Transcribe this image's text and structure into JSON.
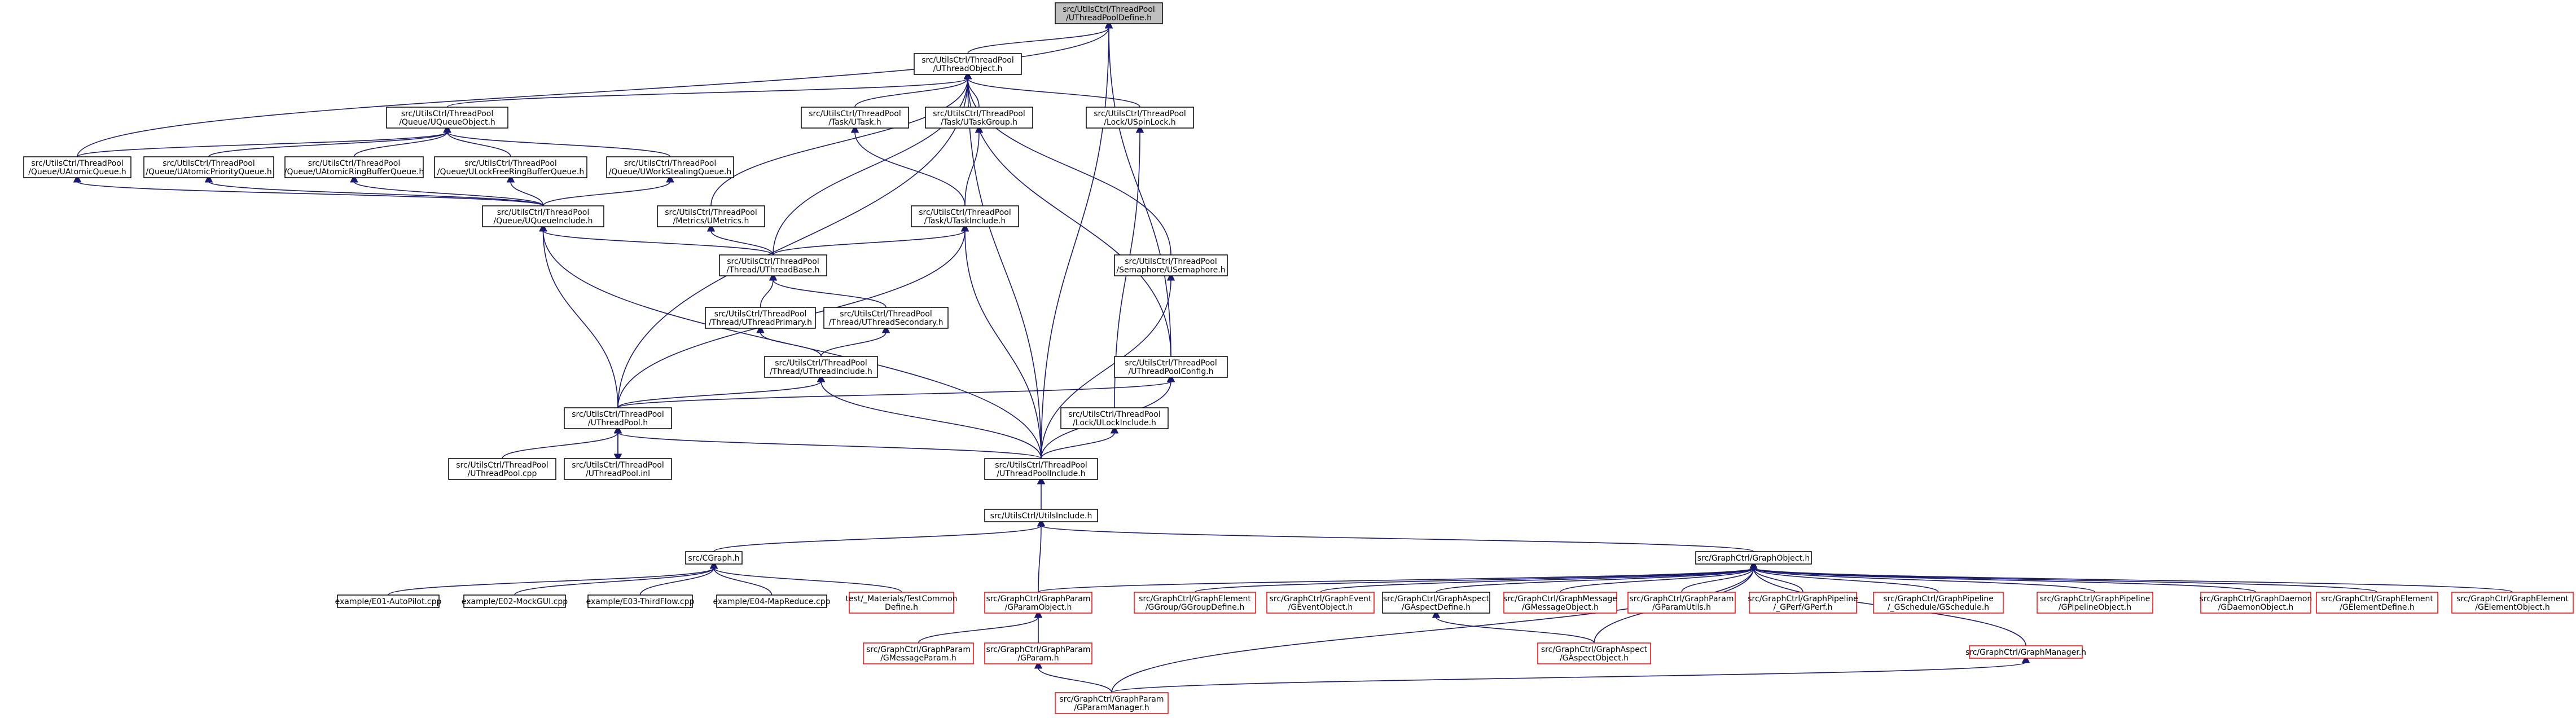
{
  "colors": {
    "black": "#000000",
    "red": "#ff0000",
    "gray_fill": "#bfbfbf",
    "white_fill": "#ffffff",
    "edge": "#191970"
  },
  "nodes": [
    {
      "id": "define",
      "lines": [
        "src/UtilsCtrl/ThreadPool",
        "/UThreadPoolDefine.h"
      ],
      "style": "gray"
    },
    {
      "id": "uthreadobject",
      "lines": [
        "src/UtilsCtrl/ThreadPool",
        "/UThreadObject.h"
      ],
      "style": "black"
    },
    {
      "id": "uqueueobject",
      "lines": [
        "src/UtilsCtrl/ThreadPool",
        "/Queue/UQueueObject.h"
      ],
      "style": "black"
    },
    {
      "id": "utask",
      "lines": [
        "src/UtilsCtrl/ThreadPool",
        "/Task/UTask.h"
      ],
      "style": "black"
    },
    {
      "id": "utaskgroup",
      "lines": [
        "src/UtilsCtrl/ThreadPool",
        "/Task/UTaskGroup.h"
      ],
      "style": "black"
    },
    {
      "id": "uspinlock",
      "lines": [
        "src/UtilsCtrl/ThreadPool",
        "/Lock/USpinLock.h"
      ],
      "style": "black"
    },
    {
      "id": "uatomicqueue",
      "lines": [
        "src/UtilsCtrl/ThreadPool",
        "/Queue/UAtomicQueue.h"
      ],
      "style": "black"
    },
    {
      "id": "uatomicpq",
      "lines": [
        "src/UtilsCtrl/ThreadPool",
        "/Queue/UAtomicPriorityQueue.h"
      ],
      "style": "black"
    },
    {
      "id": "uatomicrb",
      "lines": [
        "src/UtilsCtrl/ThreadPool",
        "/Queue/UAtomicRingBufferQueue.h"
      ],
      "style": "black"
    },
    {
      "id": "ulockfree",
      "lines": [
        "src/UtilsCtrl/ThreadPool",
        "/Queue/ULockFreeRingBufferQueue.h"
      ],
      "style": "black"
    },
    {
      "id": "uworksteal",
      "lines": [
        "src/UtilsCtrl/ThreadPool",
        "/Queue/UWorkStealingQueue.h"
      ],
      "style": "black"
    },
    {
      "id": "uqueueinclude",
      "lines": [
        "src/UtilsCtrl/ThreadPool",
        "/Queue/UQueueInclude.h"
      ],
      "style": "black"
    },
    {
      "id": "umetrics",
      "lines": [
        "src/UtilsCtrl/ThreadPool",
        "/Metrics/UMetrics.h"
      ],
      "style": "black"
    },
    {
      "id": "utaskinclude",
      "lines": [
        "src/UtilsCtrl/ThreadPool",
        "/Task/UTaskInclude.h"
      ],
      "style": "black"
    },
    {
      "id": "uthreadbase",
      "lines": [
        "src/UtilsCtrl/ThreadPool",
        "/Thread/UThreadBase.h"
      ],
      "style": "black"
    },
    {
      "id": "usemaphore",
      "lines": [
        "src/UtilsCtrl/ThreadPool",
        "/Semaphore/USemaphore.h"
      ],
      "style": "black"
    },
    {
      "id": "uthreadprimary",
      "lines": [
        "src/UtilsCtrl/ThreadPool",
        "/Thread/UThreadPrimary.h"
      ],
      "style": "black"
    },
    {
      "id": "uthreadsecondary",
      "lines": [
        "src/UtilsCtrl/ThreadPool",
        "/Thread/UThreadSecondary.h"
      ],
      "style": "black"
    },
    {
      "id": "uthreadinclude",
      "lines": [
        "src/UtilsCtrl/ThreadPool",
        "/Thread/UThreadInclude.h"
      ],
      "style": "black"
    },
    {
      "id": "uthreadpoolconfig",
      "lines": [
        "src/UtilsCtrl/ThreadPool",
        "/UThreadPoolConfig.h"
      ],
      "style": "black"
    },
    {
      "id": "uthreadpool",
      "lines": [
        "src/UtilsCtrl/ThreadPool",
        "/UThreadPool.h"
      ],
      "style": "black"
    },
    {
      "id": "ulockinclude",
      "lines": [
        "src/UtilsCtrl/ThreadPool",
        "/Lock/ULockInclude.h"
      ],
      "style": "black"
    },
    {
      "id": "uthreadpoolcpp",
      "lines": [
        "src/UtilsCtrl/ThreadPool",
        "/UThreadPool.cpp"
      ],
      "style": "black"
    },
    {
      "id": "uthreadpoolinl",
      "lines": [
        "src/UtilsCtrl/ThreadPool",
        "/UThreadPool.inl"
      ],
      "style": "black"
    },
    {
      "id": "uthreadpoolinclude",
      "lines": [
        "src/UtilsCtrl/ThreadPool",
        "/UThreadPoolInclude.h"
      ],
      "style": "black"
    },
    {
      "id": "utilsinclude",
      "lines": [
        "src/UtilsCtrl/UtilsInclude.h"
      ],
      "style": "black"
    },
    {
      "id": "cgraph",
      "lines": [
        "src/CGraph.h"
      ],
      "style": "black"
    },
    {
      "id": "ggraphobject",
      "lines": [
        "src/GraphCtrl/GraphObject.h"
      ],
      "style": "black"
    },
    {
      "id": "ex01",
      "lines": [
        "example/E01-AutoPilot.cpp"
      ],
      "style": "black"
    },
    {
      "id": "ex02",
      "lines": [
        "example/E02-MockGUI.cpp"
      ],
      "style": "black"
    },
    {
      "id": "ex03",
      "lines": [
        "example/E03-ThirdFlow.cpp"
      ],
      "style": "black"
    },
    {
      "id": "ex04",
      "lines": [
        "example/E04-MapReduce.cpp"
      ],
      "style": "black"
    },
    {
      "id": "testcommon",
      "lines": [
        "test/_Materials/TestCommon",
        "Define.h"
      ],
      "style": "red"
    },
    {
      "id": "gparamobject",
      "lines": [
        "src/GraphCtrl/GraphParam",
        "/GParamObject.h"
      ],
      "style": "red"
    },
    {
      "id": "ggroupdefine",
      "lines": [
        "src/GraphCtrl/GraphElement",
        "/GGroup/GGroupDefine.h"
      ],
      "style": "red"
    },
    {
      "id": "geventobject",
      "lines": [
        "src/GraphCtrl/GraphEvent",
        "/GEventObject.h"
      ],
      "style": "red"
    },
    {
      "id": "gaspectdefine",
      "lines": [
        "src/GraphCtrl/GraphAspect",
        "/GAspectDefine.h"
      ],
      "style": "black"
    },
    {
      "id": "gmessageobject",
      "lines": [
        "src/GraphCtrl/GraphMessage",
        "/GMessageObject.h"
      ],
      "style": "red"
    },
    {
      "id": "gparamutils",
      "lines": [
        "src/GraphCtrl/GraphParam",
        "/GParamUtils.h"
      ],
      "style": "red"
    },
    {
      "id": "gperf",
      "lines": [
        "src/GraphCtrl/GraphPipeline",
        "/_GPerf/GPerf.h"
      ],
      "style": "red"
    },
    {
      "id": "gschedule",
      "lines": [
        "src/GraphCtrl/GraphPipeline",
        "/_GSchedule/GSchedule.h"
      ],
      "style": "red"
    },
    {
      "id": "gpipelineobject",
      "lines": [
        "src/GraphCtrl/GraphPipeline",
        "/GPipelineObject.h"
      ],
      "style": "red"
    },
    {
      "id": "gdaemonobject",
      "lines": [
        "src/GraphCtrl/GraphDaemon",
        "/GDaemonObject.h"
      ],
      "style": "red"
    },
    {
      "id": "gelementdefine",
      "lines": [
        "src/GraphCtrl/GraphElement",
        "/GElementDefine.h"
      ],
      "style": "red"
    },
    {
      "id": "gelementobject",
      "lines": [
        "src/GraphCtrl/GraphElement",
        "/GElementObject.h"
      ],
      "style": "red"
    },
    {
      "id": "gmessageparam",
      "lines": [
        "src/GraphCtrl/GraphParam",
        "/GMessageParam.h"
      ],
      "style": "red"
    },
    {
      "id": "gparam",
      "lines": [
        "src/GraphCtrl/GraphParam",
        "/GParam.h"
      ],
      "style": "red"
    },
    {
      "id": "gaspectobject",
      "lines": [
        "src/GraphCtrl/GraphAspect",
        "/GAspectObject.h"
      ],
      "style": "red"
    },
    {
      "id": "gmanager",
      "lines": [
        "src/GraphCtrl/GraphManager.h"
      ],
      "style": "red"
    },
    {
      "id": "gparammanager",
      "lines": [
        "src/GraphCtrl/GraphParam",
        "/GParamManager.h"
      ],
      "style": "red"
    }
  ]
}
